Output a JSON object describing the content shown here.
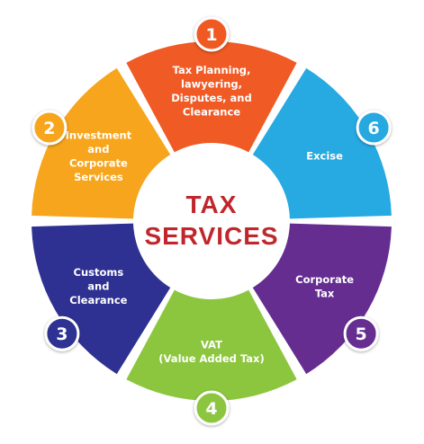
{
  "center": {
    "line1": "TAX",
    "line2": "SERVICES",
    "color": "#c0272d"
  },
  "segments": [
    {
      "number": "1",
      "color": "#f05a24",
      "lines": [
        "Tax Planning,",
        "lawyering,",
        "Disputes, and",
        "Clearance"
      ]
    },
    {
      "number": "6",
      "color": "#27a9e1",
      "lines": [
        "Excise"
      ]
    },
    {
      "number": "5",
      "color": "#662d91",
      "lines": [
        "Corporate",
        "Tax"
      ]
    },
    {
      "number": "4",
      "color": "#8cc63f",
      "lines": [
        "VAT",
        "(Value Added Tax)"
      ]
    },
    {
      "number": "3",
      "color": "#2e3192",
      "lines": [
        "Customs",
        "and",
        "Clearance"
      ]
    },
    {
      "number": "2",
      "color": "#f7a51c",
      "lines": [
        "Investment",
        "and",
        "Corporate",
        "Services"
      ]
    }
  ]
}
